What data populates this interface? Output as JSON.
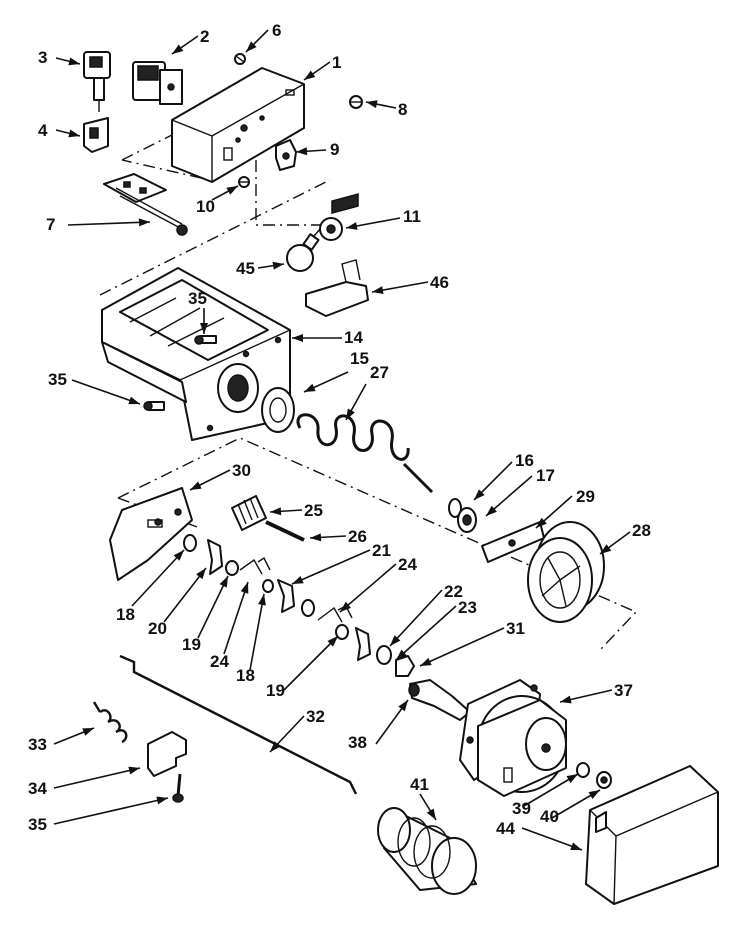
{
  "diagram": {
    "callouts": [
      {
        "id": "c1",
        "label": "1"
      },
      {
        "id": "c2",
        "label": "2"
      },
      {
        "id": "c3",
        "label": "3"
      },
      {
        "id": "c4",
        "label": "4"
      },
      {
        "id": "c6",
        "label": "6"
      },
      {
        "id": "c7",
        "label": "7"
      },
      {
        "id": "c8",
        "label": "8"
      },
      {
        "id": "c9",
        "label": "9"
      },
      {
        "id": "c10",
        "label": "10"
      },
      {
        "id": "c11",
        "label": "11"
      },
      {
        "id": "c45",
        "label": "45"
      },
      {
        "id": "c46",
        "label": "46"
      },
      {
        "id": "c35a",
        "label": "35"
      },
      {
        "id": "c14",
        "label": "14"
      },
      {
        "id": "c15",
        "label": "15"
      },
      {
        "id": "c27",
        "label": "27"
      },
      {
        "id": "c35b",
        "label": "35"
      },
      {
        "id": "c30",
        "label": "30"
      },
      {
        "id": "c25",
        "label": "25"
      },
      {
        "id": "c26",
        "label": "26"
      },
      {
        "id": "c16",
        "label": "16"
      },
      {
        "id": "c17",
        "label": "17"
      },
      {
        "id": "c29",
        "label": "29"
      },
      {
        "id": "c28",
        "label": "28"
      },
      {
        "id": "c21",
        "label": "21"
      },
      {
        "id": "c24a",
        "label": "24"
      },
      {
        "id": "c18a",
        "label": "18"
      },
      {
        "id": "c20",
        "label": "20"
      },
      {
        "id": "c19a",
        "label": "19"
      },
      {
        "id": "c24b",
        "label": "24"
      },
      {
        "id": "c18b",
        "label": "18"
      },
      {
        "id": "c22",
        "label": "22"
      },
      {
        "id": "c23",
        "label": "23"
      },
      {
        "id": "c31",
        "label": "31"
      },
      {
        "id": "c19b",
        "label": "19"
      },
      {
        "id": "c37",
        "label": "37"
      },
      {
        "id": "c32",
        "label": "32"
      },
      {
        "id": "c38",
        "label": "38"
      },
      {
        "id": "c33",
        "label": "33"
      },
      {
        "id": "c34",
        "label": "34"
      },
      {
        "id": "c35c",
        "label": "35"
      },
      {
        "id": "c41",
        "label": "41"
      },
      {
        "id": "c39",
        "label": "39"
      },
      {
        "id": "c40",
        "label": "40"
      },
      {
        "id": "c44",
        "label": "44"
      }
    ]
  }
}
